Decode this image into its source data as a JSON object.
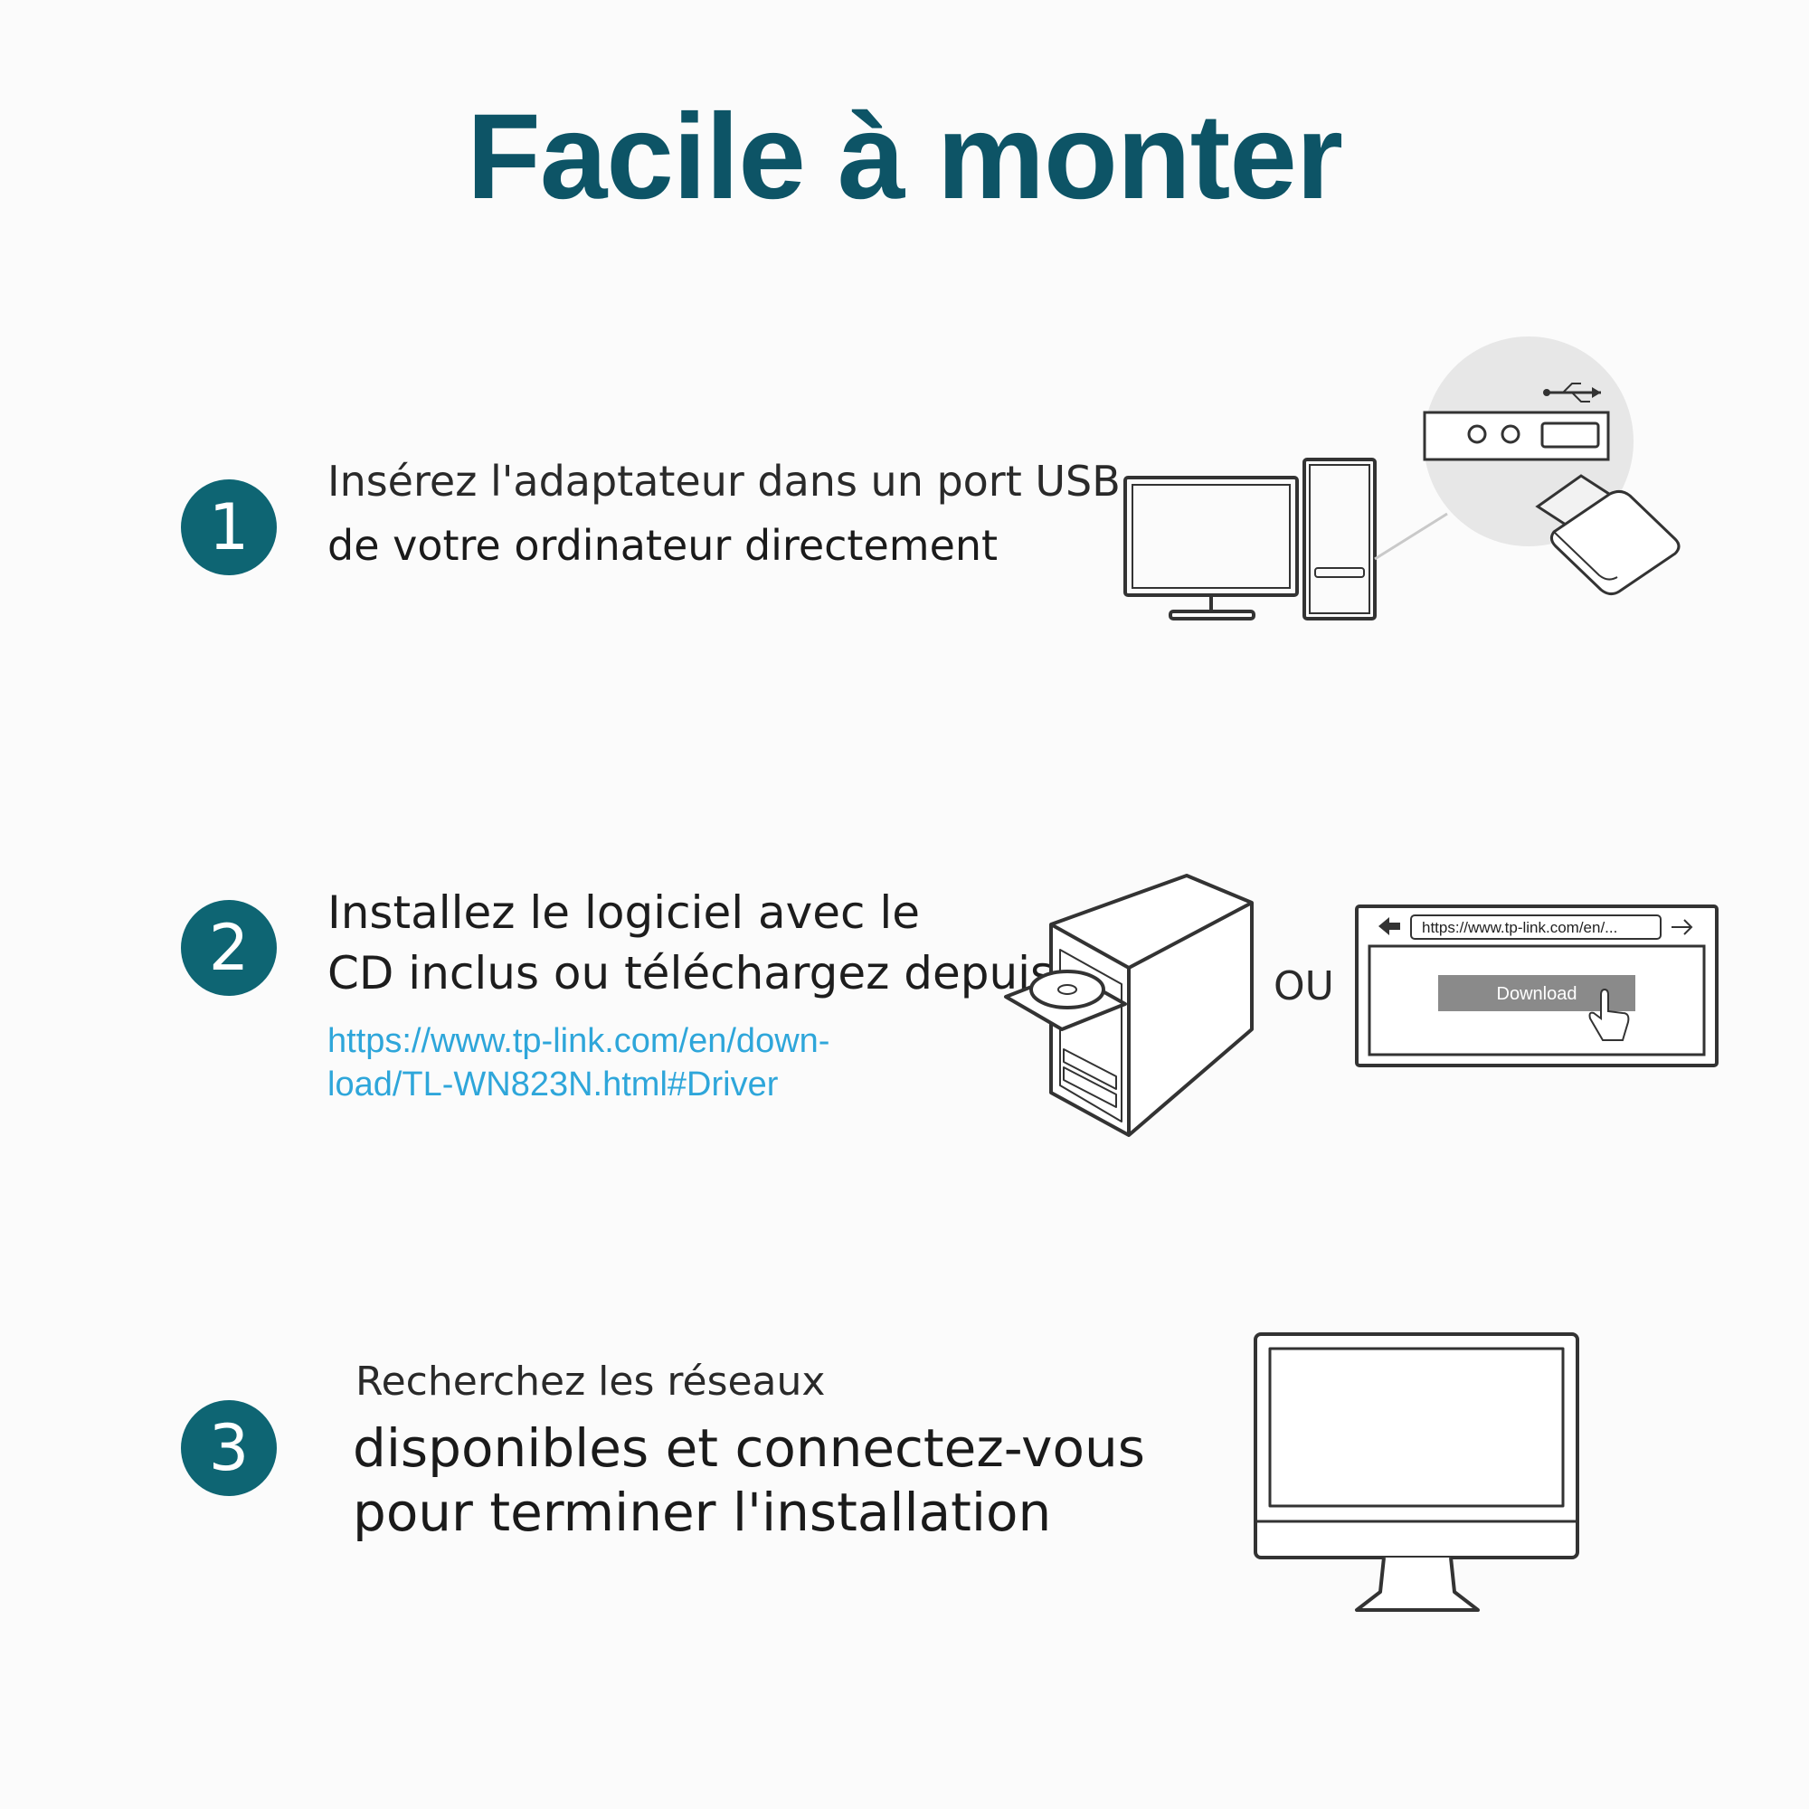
{
  "title": "Facile à monter",
  "steps": [
    {
      "number": "1",
      "lines": [
        "Insérez l'adaptateur dans un port USB",
        "de votre ordinateur directement"
      ]
    },
    {
      "number": "2",
      "lines": [
        "Installez le logiciel avec le",
        "CD inclus ou téléchargez depuis"
      ],
      "url_lines": [
        "https://www.tp-link.com/en/down-",
        "load/TL-WN823N.html#Driver"
      ],
      "or_label": "OU",
      "browser": {
        "address": "https://www.tp-link.com/en/...",
        "button_label": "Download"
      }
    },
    {
      "number": "3",
      "lines": [
        "Recherchez les réseaux",
        "disponibles et connectez-vous",
        "pour terminer l'installation"
      ]
    }
  ],
  "colors": {
    "title": "#0d5466",
    "step_circle": "#0e6573",
    "link": "#2ea6da"
  }
}
